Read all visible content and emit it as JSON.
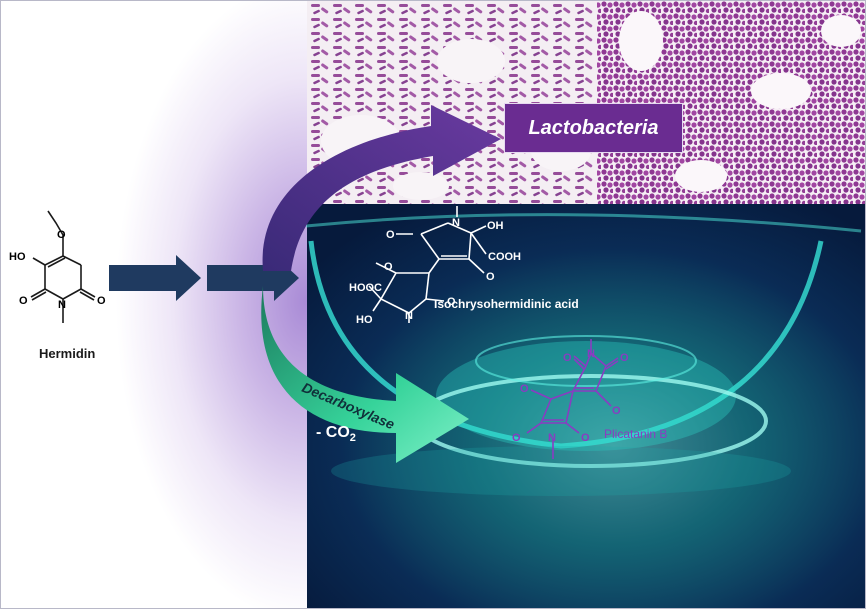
{
  "colors": {
    "arrow_navy": "#1f3a60",
    "arrow_purple": "#4a2d7a",
    "arrow_green": "#2fbf8f",
    "lacto_purple": "#6a2c91",
    "plicatanin": "#8a3cc2",
    "glow": "#29e0d0"
  },
  "hermidin": {
    "name": "Hermidin",
    "atoms": {
      "o_top": "O",
      "ho": "HO",
      "o_left": "O",
      "n": "N",
      "o_right": "O"
    }
  },
  "lactobacteria": {
    "label": "Lactobacteria"
  },
  "isochrysohermidinic": {
    "name": "Isochrysohermidinic acid",
    "atoms": {
      "o_top": "O",
      "n_top": "N",
      "oh_top": "OH",
      "cooh": "COOH",
      "o_mid_right": "O",
      "o_mid_left": "O",
      "hooc": "HOOC",
      "o_right": "O",
      "n_bottom": "N",
      "ho_bottom": "HO"
    }
  },
  "plicatanin": {
    "name": "Plicatanin B",
    "atoms": {
      "o_top_left": "O",
      "n_top": "N",
      "o_top_right": "O",
      "o_left": "O",
      "o_right": "O",
      "o_bottom_left": "O",
      "n_bottom": "N",
      "o_bottom_right": "O"
    }
  },
  "enzyme": {
    "label": "Decarboxylase"
  },
  "byproduct": {
    "prefix": "- CO",
    "subscript": "2"
  },
  "icons": [
    "micrograph-rods",
    "micrograph-cocci",
    "fluorescent-flask"
  ]
}
